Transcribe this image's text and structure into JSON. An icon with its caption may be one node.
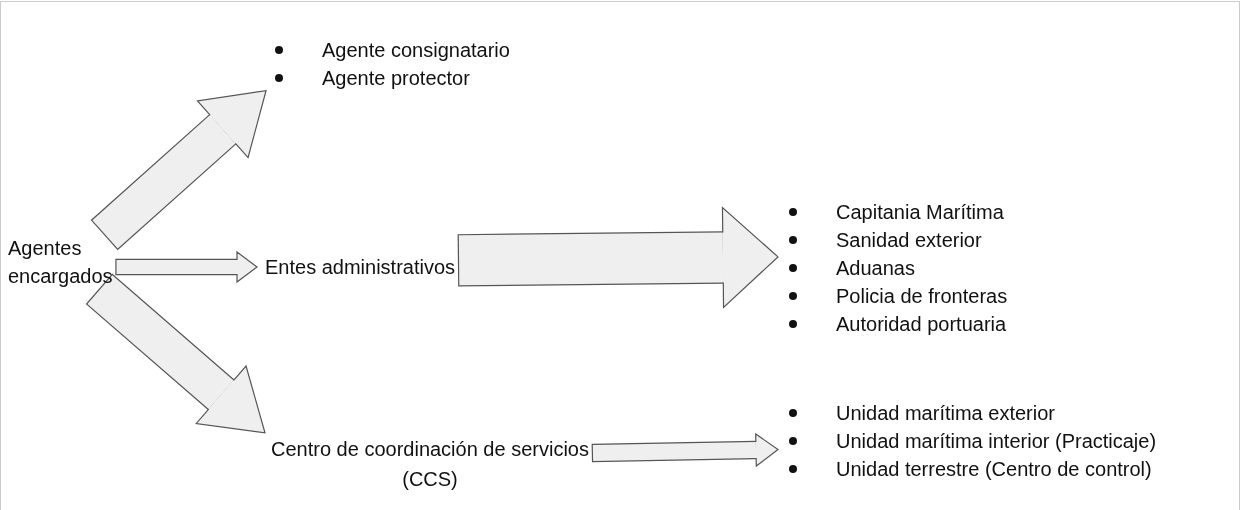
{
  "diagram": {
    "nodes": [
      {
        "text": [
          "Agentes encargados"
        ]
      },
      {
        "text": [
          "Agente consignatario",
          "Agente protector"
        ]
      },
      {
        "text": [
          "Entes administrativos"
        ]
      },
      {
        "text": [
          "Capitania Marítima",
          "Sanidad exterior",
          "Aduanas",
          "Policia de fronteras",
          "Autoridad portuaria"
        ]
      },
      {
        "text": [
          "Centro de coordinación de servicios (CCS)"
        ]
      },
      {
        "text": [
          "Unidad marítima exterior",
          "Unidad marítima interior (Practicaje)",
          "Unidad terrestre (Centro de control)"
        ]
      }
    ],
    "edges": [
      {
        "from": 0,
        "to": 1,
        "arrow": "to"
      },
      {
        "from": 0,
        "to": 2,
        "arrow": "to"
      },
      {
        "from": 2,
        "to": 3,
        "arrow": "to"
      },
      {
        "from": 0,
        "to": 4,
        "arrow": "to"
      },
      {
        "from": 4,
        "to": 5,
        "arrow": "to"
      }
    ]
  }
}
